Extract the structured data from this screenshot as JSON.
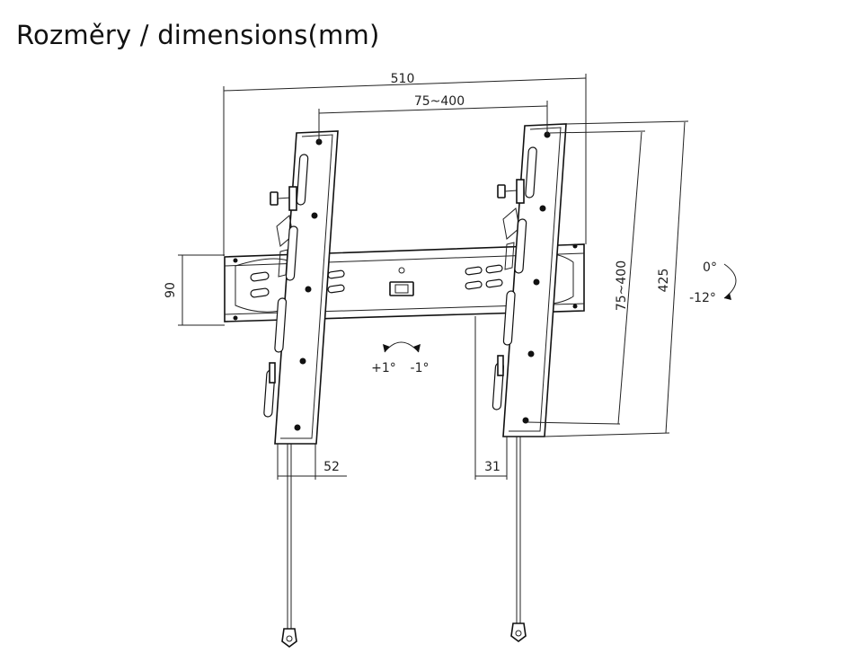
{
  "title": "Rozměry / dimensions(mm)",
  "dimensions": {
    "overall_width": "510",
    "vesa_horizontal": "75~400",
    "vesa_vertical": "75~400",
    "overall_height": "425",
    "plate_height": "90",
    "depth_left": "52",
    "depth_right": "31"
  },
  "tilt": {
    "upper": "0°",
    "lower": "-12°"
  },
  "level_adjust": {
    "plus": "+1°",
    "minus": "-1°"
  }
}
